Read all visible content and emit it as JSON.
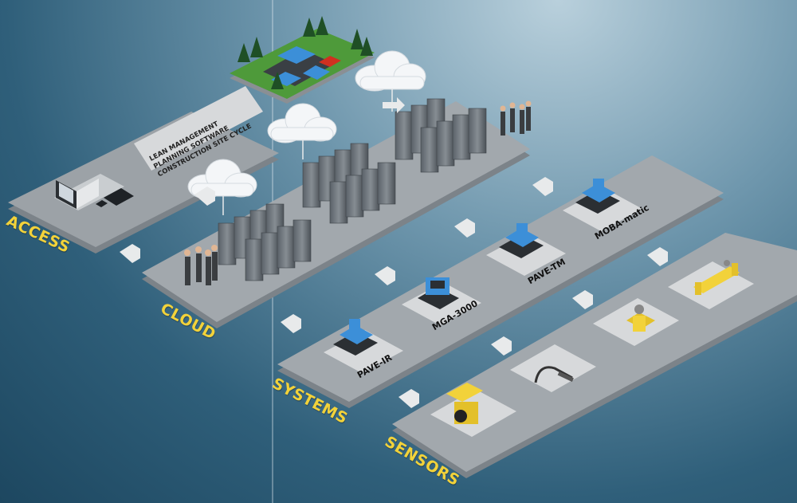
{
  "layers": {
    "access": "ACCESS",
    "cloud": "CLOUD",
    "systems": "SYSTEMS",
    "sensors": "SENSORS"
  },
  "systems": {
    "pave_ir": "PAVE-IR",
    "mga_3000": "MGA-3000",
    "pave_tm": "PAVE-TM",
    "moba_matic": "MOBA-matic"
  },
  "software_sign": [
    "LEAN MANAGEMENT",
    "PLANNING SOFTWARE",
    "CONSTRUCTION SITE CYCLE"
  ],
  "colors": {
    "accent_yellow": "#f2d23a",
    "platform": "#8f969c",
    "tile": "#d7d9db",
    "arrow": "#e8eaeb",
    "machine_blue": "#3c8fd8"
  },
  "icons": [
    "laptop-icon",
    "tablet-icon",
    "phone-icon",
    "cloud-icon",
    "server-rack-icon",
    "people-icon",
    "paver-icon",
    "roller-icon",
    "cable-sensor-icon",
    "sonic-ski-icon",
    "yellow-sensor-icon",
    "construction-site-icon",
    "arrow-up-icon"
  ]
}
